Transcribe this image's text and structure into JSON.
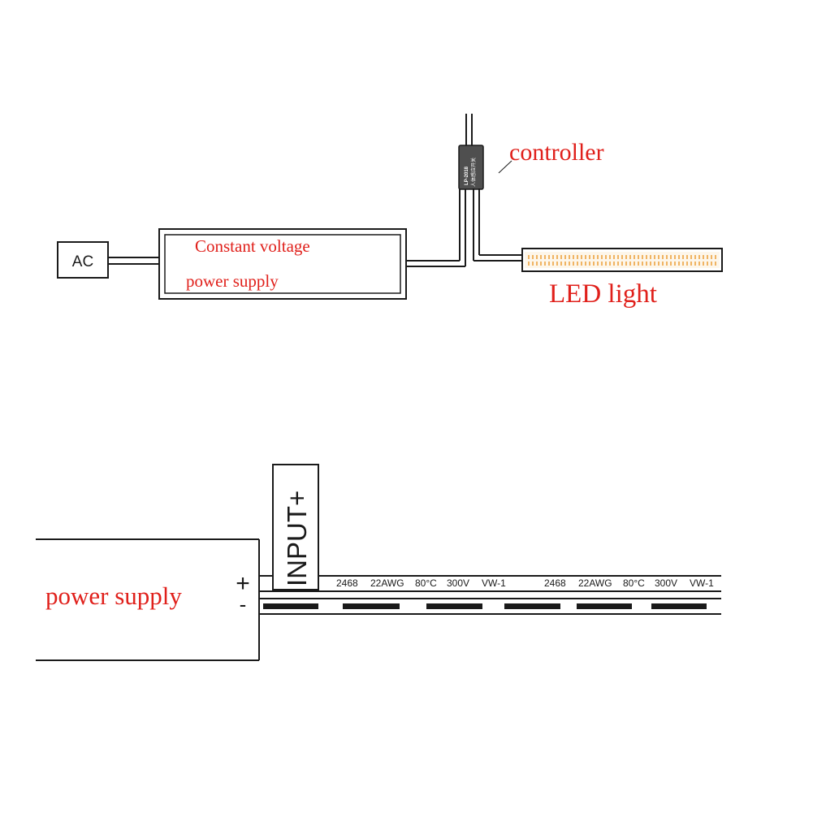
{
  "top": {
    "ac_label": "AC",
    "psu_label_line1": "Constant voltage",
    "psu_label_line2": "power supply",
    "controller_label": "controller",
    "controller_model": "LP-2018",
    "controller_subtext": "人体感应开关",
    "led_label": "LED light",
    "led_color": "#f0b463"
  },
  "bottom": {
    "psu_label": "power supply",
    "plus_sign": "+",
    "minus_sign": "-",
    "input_label": "INPUT+",
    "cable_markings": [
      "2468",
      "22AWG",
      "80°C",
      "300V",
      "VW-1",
      "2468",
      "22AWG",
      "80°C",
      "300V",
      "VW-1"
    ]
  },
  "colors": {
    "label_red": "#e0201b",
    "line": "#1a1a1a"
  }
}
